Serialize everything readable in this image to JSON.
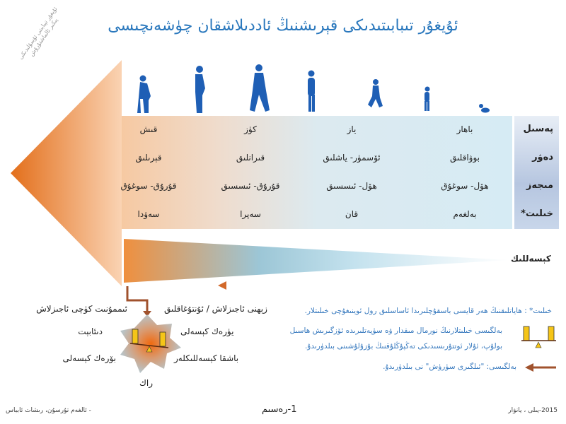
{
  "title": "ئۇيغۇر تىبابىتىدىكى قېرىشنىڭ ئاددىلاشقان چۈشەنچىسى",
  "watermark": [
    "ئۇيغۇر تېبابىتى ئۇسۇلىدىكى",
    "پىكىر ئالماشتۇرۇش"
  ],
  "row_labels": [
    "پەسىل",
    "دەۋر",
    "مىجەز",
    "خىلىت*"
  ],
  "columns": [
    [
      "باھار",
      "بوۋاقلىق",
      "ھۆل- سوغۇق",
      "بەلغەم"
    ],
    [
      "ياز",
      "ئۆسمۈر- ياشلىق",
      "ھۆل- ئىسسىق",
      "قان"
    ],
    [
      "كۈز",
      "قىرانلىق",
      "قۇرۇق- ئىسسىق",
      "سەپرا"
    ],
    [
      "قىش",
      "قېرىلىق",
      "قۇرۇق- سوغۇق",
      "سەۋدا"
    ]
  ],
  "disease_label": "كېسەللىك",
  "star_labels": {
    "top_left": "ئىممۇنىت كۈچى ئاجىزلاش",
    "top_right": "زېھنى ئاجىزلاش / ئۇنتۇغاقلىق",
    "mid_left": "دىئابېت",
    "mid_right": "يۈرەك كېسەلى",
    "low_left": "بۆرەك كېسەلى",
    "low_right": "باشقا كېسەللىكلەر",
    "bottom": "راك"
  },
  "legend": {
    "humor_def": "خىلىت* : ھاياتلىقنىڭ ھەر قايسى باسقۇچلىرىدا ئاساسلىق رول ئوينىغۇچى خىلىتلار.",
    "balance_line1": "بەلگىسى خىلىتلارنىڭ نورمال مىقدار ۋە سۈپەتلىرىدە ئۆزگىرىش ھاسىل",
    "balance_line2": "بولۇپ، ئۇلار ئوتتۇرىسىدىكى تەڭپۇڭلۇقنىڭ بۇزۇلۇشىنى بىلدۈرىدۇ.",
    "arrow_def": "بەلگىسى: \"ئىلگىرى سۈرۈش\" نى بىلدۈرىدۇ."
  },
  "footer": {
    "authors": "- ئالغەم تۇرسۇن، رىشات ئابباس",
    "figure": "1-رەسىم",
    "date": "2015-يىلى ، يانۋار"
  },
  "colors": {
    "title": "#2a78bd",
    "orange": "#e8782a",
    "figure_blue": "#1f5fb5",
    "brown": "#a0522d"
  }
}
